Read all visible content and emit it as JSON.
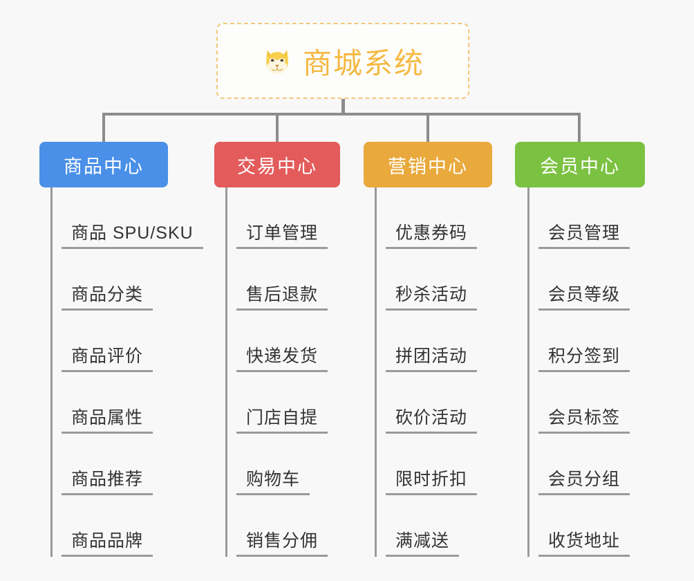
{
  "canvas": {
    "background": "#f8f8f8"
  },
  "root": {
    "title": "商城系统",
    "icon": "shiba-dog-emoji",
    "text_color": "#f5b942",
    "border_color": "#f2c87a"
  },
  "connector_color": "#8c8c8c",
  "branches": [
    {
      "label": "商品中心",
      "color": "#4a90e8",
      "leaves": [
        {
          "label": "商品 SPU/SKU"
        },
        {
          "label": "商品分类"
        },
        {
          "label": "商品评价"
        },
        {
          "label": "商品属性"
        },
        {
          "label": "商品推荐"
        },
        {
          "label": "商品品牌"
        }
      ]
    },
    {
      "label": "交易中心",
      "color": "#e45b5b",
      "leaves": [
        {
          "label": "订单管理"
        },
        {
          "label": "售后退款"
        },
        {
          "label": "快递发货"
        },
        {
          "label": "门店自提"
        },
        {
          "label": "购物车"
        },
        {
          "label": "销售分佣"
        }
      ]
    },
    {
      "label": "营销中心",
      "color": "#e9a93c",
      "leaves": [
        {
          "label": "优惠券码"
        },
        {
          "label": "秒杀活动"
        },
        {
          "label": "拼团活动"
        },
        {
          "label": "砍价活动"
        },
        {
          "label": "限时折扣"
        },
        {
          "label": "满减送"
        }
      ]
    },
    {
      "label": "会员中心",
      "color": "#7cc242",
      "leaves": [
        {
          "label": "会员管理"
        },
        {
          "label": "会员等级"
        },
        {
          "label": "积分签到"
        },
        {
          "label": "会员标签"
        },
        {
          "label": "会员分组"
        },
        {
          "label": "收货地址"
        }
      ]
    }
  ]
}
